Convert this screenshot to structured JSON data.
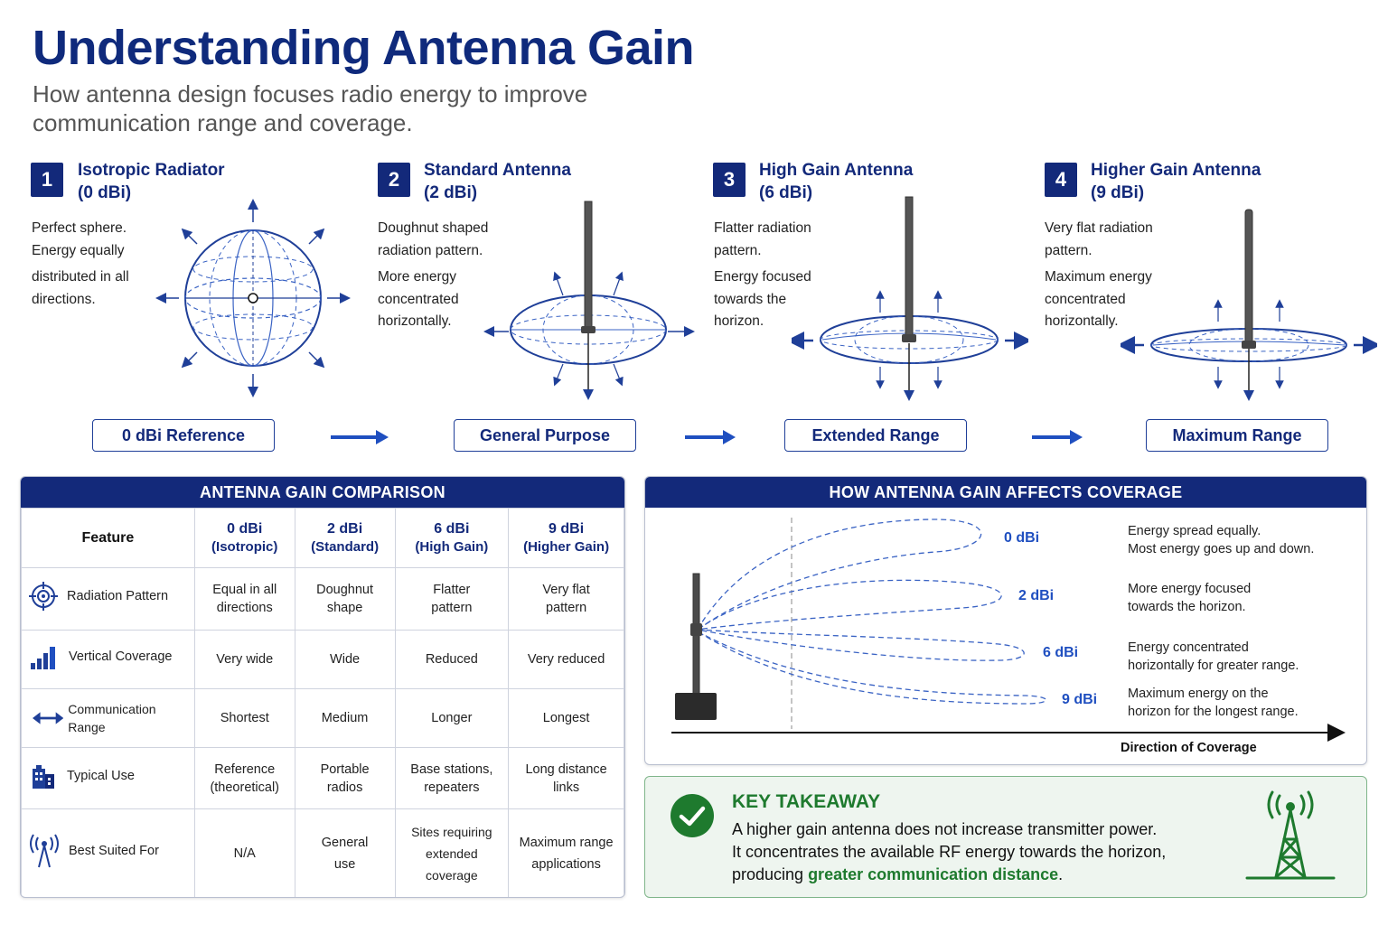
{
  "header": {
    "title": "Understanding Antenna Gain",
    "subtitle_line1": "How antenna design focuses radio energy to improve",
    "subtitle_line2": "communication range and coverage."
  },
  "cards": [
    {
      "number": "1",
      "title": "Isotropic Radiator",
      "gain": "(0 dBi)",
      "desc": [
        "Perfect sphere.",
        "Energy equally",
        "distributed in all",
        "directions."
      ],
      "pill": "0 dBi Reference"
    },
    {
      "number": "2",
      "title": "Standard Antenna",
      "gain": "(2 dBi)",
      "desc": [
        "Doughnut shaped",
        "radiation pattern.",
        "More energy",
        "concentrated",
        "horizontally."
      ],
      "pill": "General Purpose"
    },
    {
      "number": "3",
      "title": "High Gain Antenna",
      "gain": "(6 dBi)",
      "desc": [
        "Flatter radiation",
        "pattern.",
        "Energy focused",
        "towards the",
        "horizon."
      ],
      "pill": "Extended Range"
    },
    {
      "number": "4",
      "title": "Higher Gain Antenna",
      "gain": "(9 dBi)",
      "desc": [
        "Very flat radiation",
        "pattern.",
        "Maximum energy",
        "concentrated",
        "horizontally."
      ],
      "pill": "Maximum Range"
    }
  ],
  "comparison": {
    "title": "ANTENNA GAIN COMPARISON",
    "feature_header": "Feature",
    "columns": [
      {
        "gain": "0 dBi",
        "name": "(Isotropic)"
      },
      {
        "gain": "2 dBi",
        "name": "(Standard)"
      },
      {
        "gain": "6 dBi",
        "name": "(High Gain)"
      },
      {
        "gain": "9 dBi",
        "name": "(Higher Gain)"
      }
    ],
    "rows": [
      {
        "feature": "Radiation Pattern",
        "icon": "target-icon",
        "cells": [
          [
            "Equal in all",
            "directions"
          ],
          [
            "Doughnut",
            "shape"
          ],
          [
            "Flatter",
            "pattern"
          ],
          [
            "Very flat",
            "pattern"
          ]
        ]
      },
      {
        "feature": "Vertical Coverage",
        "icon": "bar-signal-icon",
        "cells": [
          [
            "Very wide"
          ],
          [
            "Wide"
          ],
          [
            "Reduced"
          ],
          [
            "Very reduced"
          ]
        ]
      },
      {
        "feature": "Communication Range",
        "icon": "double-arrow-icon",
        "cells": [
          [
            "Shortest"
          ],
          [
            "Medium"
          ],
          [
            "Longer"
          ],
          [
            "Longest"
          ]
        ]
      },
      {
        "feature": "Typical Use",
        "icon": "building-icon",
        "cells": [
          [
            "Reference",
            "(theoretical)"
          ],
          [
            "Portable",
            "radios"
          ],
          [
            "Base stations,",
            "repeaters"
          ],
          [
            "Long distance",
            "links"
          ]
        ]
      },
      {
        "feature": "Best Suited For",
        "icon": "antenna-icon",
        "cells": [
          [
            "N/A"
          ],
          [
            "General",
            "use"
          ],
          [
            "Sites requiring",
            "extended coverage"
          ],
          [
            "Maximum range",
            "applications"
          ]
        ]
      }
    ]
  },
  "coverage": {
    "title": "HOW ANTENNA GAIN AFFECTS COVERAGE",
    "axis_label": "Direction of Coverage",
    "items": [
      {
        "label": "0 dBi",
        "desc": [
          "Energy spread equally.",
          "Most energy goes up and down."
        ]
      },
      {
        "label": "2 dBi",
        "desc": [
          "More energy focused",
          "towards the horizon."
        ]
      },
      {
        "label": "6 dBi",
        "desc": [
          "Energy concentrated",
          "horizontally for greater range."
        ]
      },
      {
        "label": "9 dBi",
        "desc": [
          "Maximum energy on the",
          "horizon for the longest range."
        ]
      }
    ]
  },
  "takeaway": {
    "title": "KEY TAKEAWAY",
    "line1": "A higher gain antenna does not increase transmitter power.",
    "line2": "It concentrates the available RF energy towards the horizon,",
    "line3_prefix": "producing ",
    "line3_highlight": "greater communication distance",
    "line3_suffix": "."
  },
  "colors": {
    "navy": "#13297a",
    "blue": "#1f4fc0",
    "green": "#1e7a2e"
  }
}
